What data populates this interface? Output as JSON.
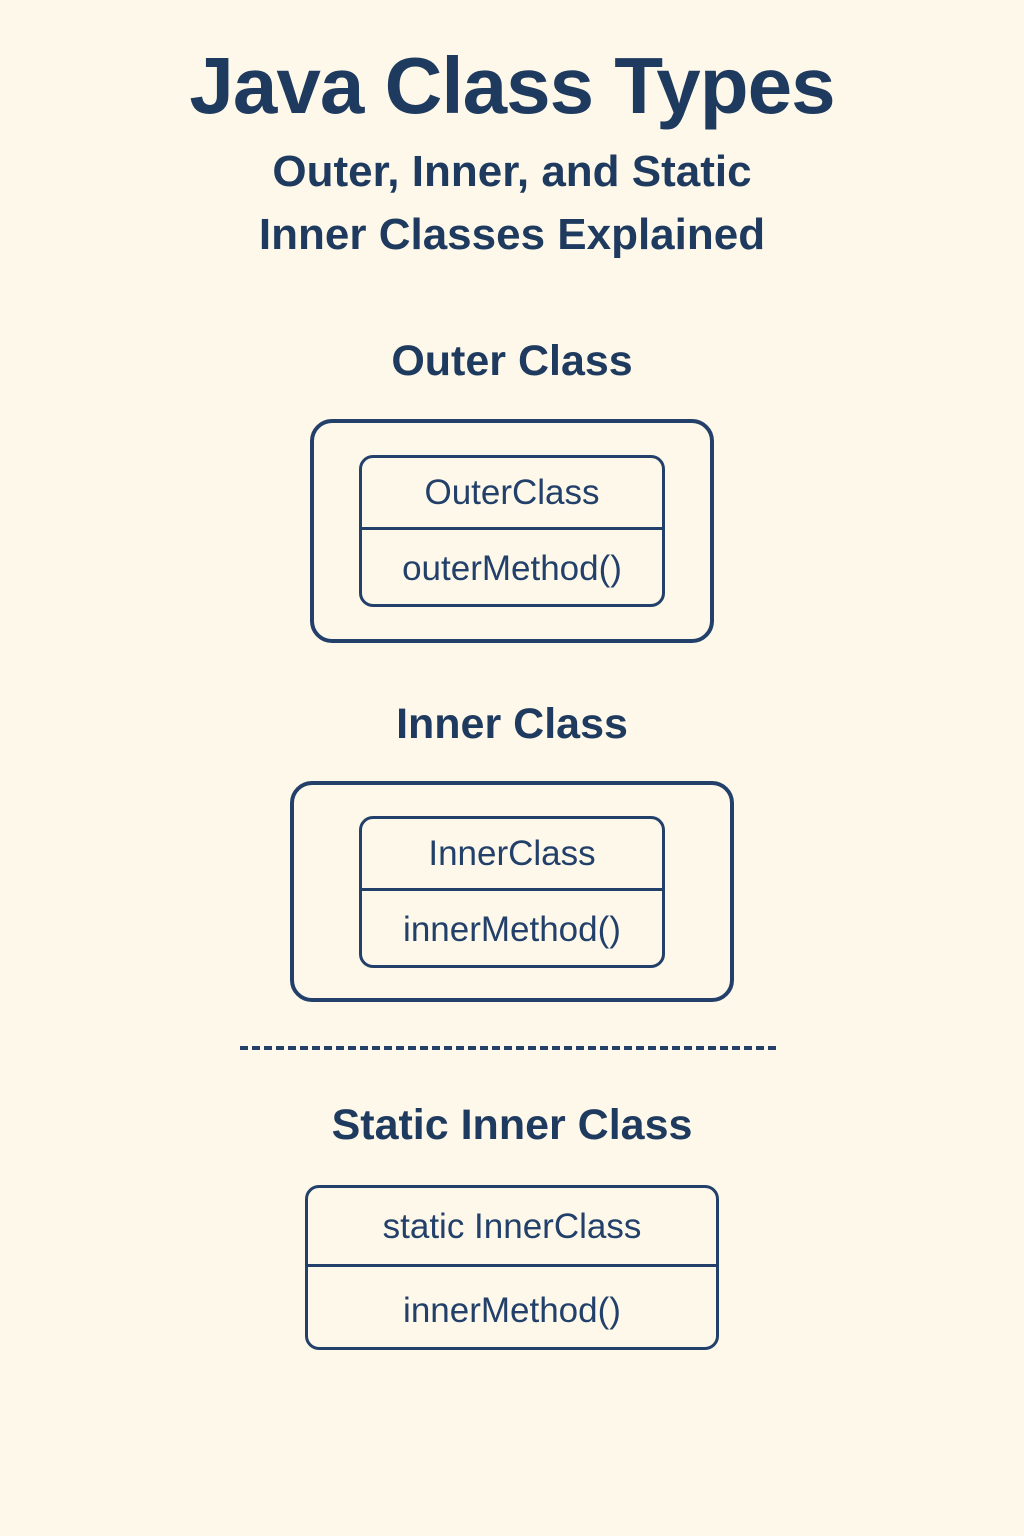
{
  "header": {
    "title": "Java Class Types",
    "subtitle_line1": "Outer, Inner, and Static",
    "subtitle_line2": "Inner Classes Explained"
  },
  "colors": {
    "background": "#fdf8e9",
    "ink": "#1f3a5f",
    "stroke": "#22406a"
  },
  "sections": [
    {
      "heading": "Outer Class",
      "card": {
        "name": "OuterClass",
        "method": "outerMethod()"
      }
    },
    {
      "heading": "Inner Class",
      "card": {
        "name": "InnerClass",
        "method": "innerMethod()"
      }
    },
    {
      "heading": "Static Inner Class",
      "card": {
        "name": "static InnerClass",
        "method": "innerMethod()"
      }
    }
  ],
  "divider": {
    "style": "dashed"
  }
}
